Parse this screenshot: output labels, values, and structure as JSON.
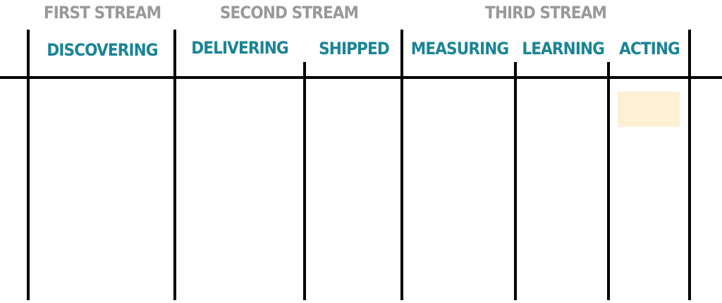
{
  "colors": {
    "stream_label": "#999999",
    "column_label": "#1a8496",
    "card_fill": "#fdf0d5"
  },
  "streams": [
    {
      "label": "FIRST STREAM"
    },
    {
      "label": "SECOND STREAM"
    },
    {
      "label": "THIRD STREAM"
    }
  ],
  "columns": [
    {
      "label": "DISCOVERING"
    },
    {
      "label": "DELIVERING"
    },
    {
      "label": "SHIPPED"
    },
    {
      "label": "MEASURING"
    },
    {
      "label": "LEARNING"
    },
    {
      "label": "ACTING"
    }
  ],
  "cards": [
    {
      "column": "ACTING",
      "text": ""
    }
  ]
}
